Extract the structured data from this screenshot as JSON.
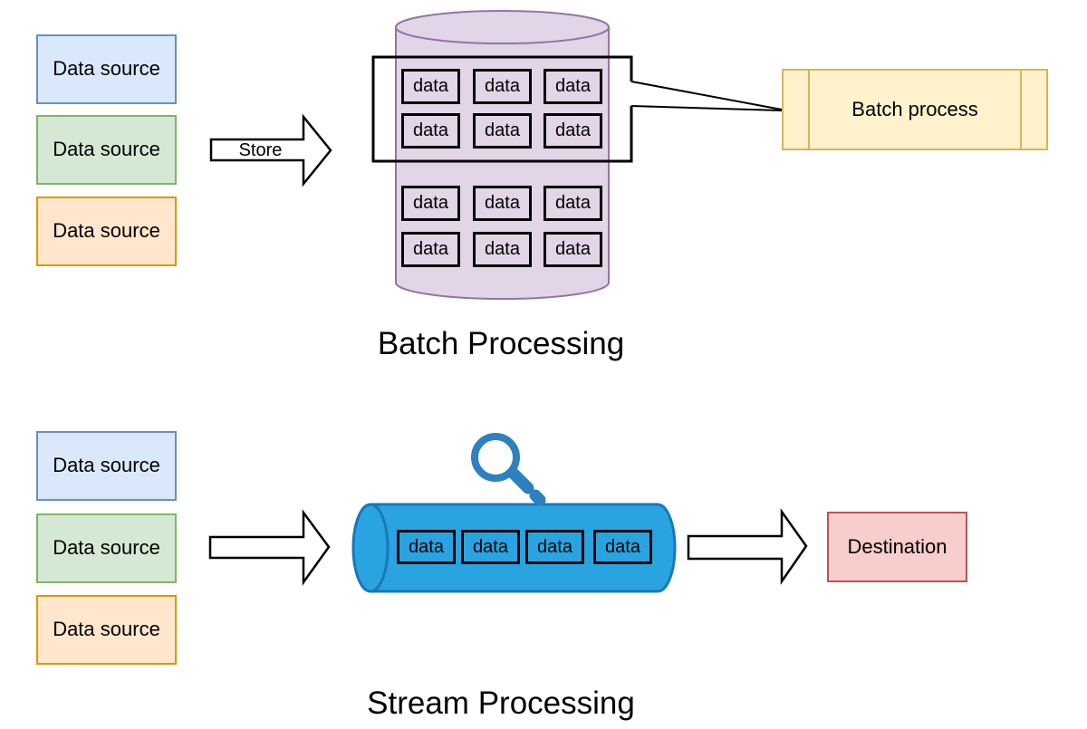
{
  "batch": {
    "title": "Batch Processing",
    "sources": [
      "Data source",
      "Data source",
      "Data source"
    ],
    "store_arrow_label": "Store",
    "db_cells": [
      "data",
      "data",
      "data",
      "data",
      "data",
      "data",
      "data",
      "data",
      "data",
      "data",
      "data",
      "data"
    ],
    "process_label": "Batch process"
  },
  "stream": {
    "title": "Stream Processing",
    "sources": [
      "Data source",
      "Data source",
      "Data source"
    ],
    "pipe_cells": [
      "data",
      "data",
      "data",
      "data"
    ],
    "destination_label": "Destination"
  },
  "icons": {
    "magnifier": "magnifying-glass"
  },
  "colors": {
    "source_blue_fill": "#dae8fc",
    "source_blue_stroke": "#6c8ebf",
    "source_green_fill": "#d5e8d4",
    "source_green_stroke": "#82b366",
    "source_orange_fill": "#ffe6cc",
    "source_orange_stroke": "#d79b00",
    "database_fill": "#e1d5e7",
    "database_stroke": "#9673a6",
    "process_fill": "#fff2cc",
    "process_stroke": "#d6b656",
    "destination_fill": "#f8cecc",
    "destination_stroke": "#b85450",
    "pipe_fill": "#2aa4e0",
    "pipe_stroke": "#1878b8",
    "cell_border": "#000000",
    "arrow_fill": "#ffffff",
    "arrow_stroke": "#000000",
    "magnifier_blue": "#2e80be",
    "title_color": "#000000"
  }
}
